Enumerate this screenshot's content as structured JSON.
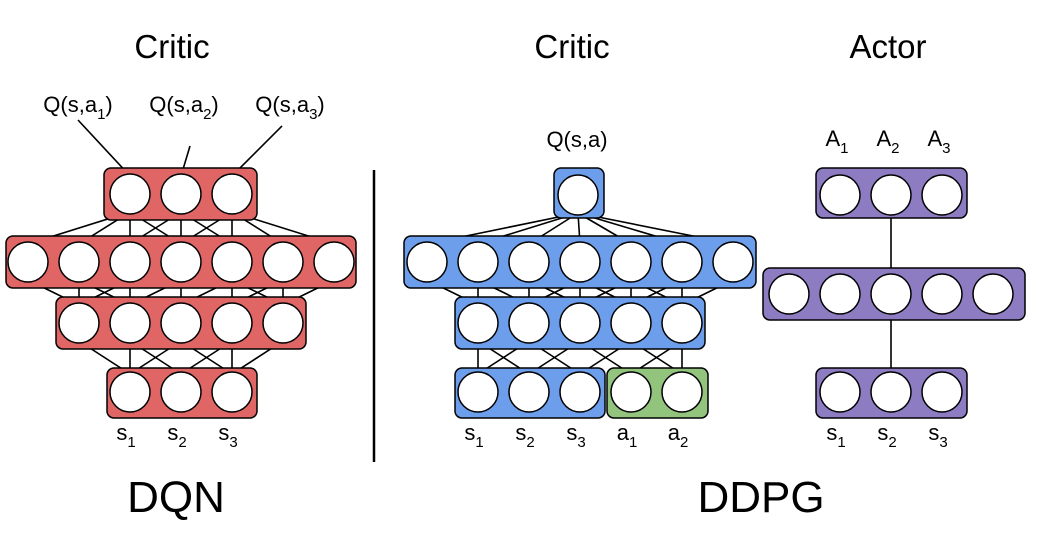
{
  "colors": {
    "dqn_layer": "#e06666",
    "critic_layer": "#6d9eeb",
    "action_layer": "#93c47d",
    "actor_layer": "#8e7cc3",
    "neuron": "#ffffff",
    "stroke": "#000000"
  },
  "dqn": {
    "title": "Critic",
    "caption": "DQN",
    "outputs": [
      {
        "base": "Q(s,a",
        "sub": "1",
        "tail": ")"
      },
      {
        "base": "Q(s,a",
        "sub": "2",
        "tail": ")"
      },
      {
        "base": "Q(s,a",
        "sub": "3",
        "tail": ")"
      }
    ],
    "inputs": [
      {
        "base": "s",
        "sub": "1"
      },
      {
        "base": "s",
        "sub": "2"
      },
      {
        "base": "s",
        "sub": "3"
      }
    ],
    "layer_sizes": [
      3,
      7,
      5,
      3
    ]
  },
  "ddpg": {
    "caption": "DDPG",
    "critic": {
      "title": "Critic",
      "output": "Q(s,a)",
      "state_inputs": [
        {
          "base": "s",
          "sub": "1"
        },
        {
          "base": "s",
          "sub": "2"
        },
        {
          "base": "s",
          "sub": "3"
        }
      ],
      "action_inputs": [
        {
          "base": "a",
          "sub": "1"
        },
        {
          "base": "a",
          "sub": "2"
        }
      ],
      "layer_sizes": [
        1,
        7,
        5,
        5
      ]
    },
    "actor": {
      "title": "Actor",
      "outputs": [
        {
          "base": "A",
          "sub": "1"
        },
        {
          "base": "A",
          "sub": "2"
        },
        {
          "base": "A",
          "sub": "3"
        }
      ],
      "inputs": [
        {
          "base": "s",
          "sub": "1"
        },
        {
          "base": "s",
          "sub": "2"
        },
        {
          "base": "s",
          "sub": "3"
        }
      ],
      "layer_sizes": [
        3,
        5,
        3
      ]
    }
  }
}
